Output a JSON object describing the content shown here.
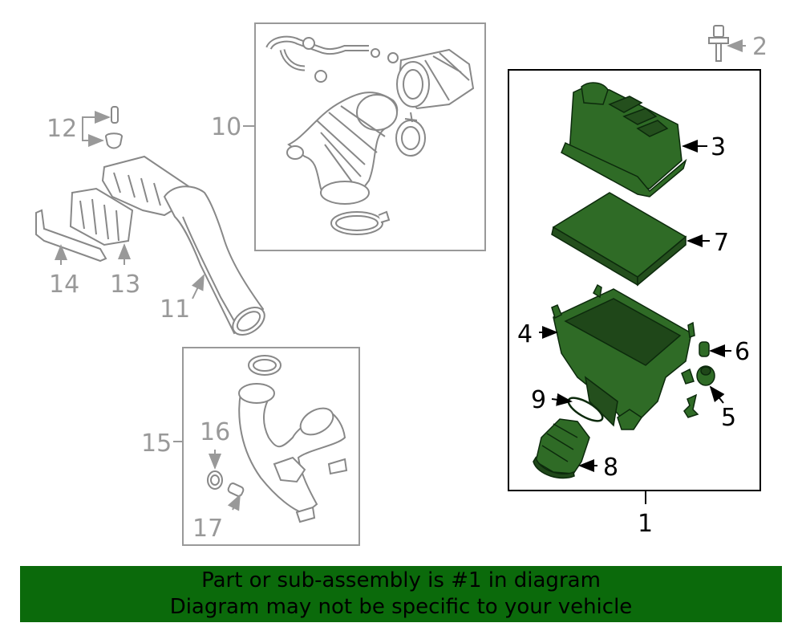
{
  "callouts": {
    "n1": "1",
    "n2": "2",
    "n3": "3",
    "n4": "4",
    "n5": "5",
    "n6": "6",
    "n7": "7",
    "n8": "8",
    "n9": "9",
    "n10": "10",
    "n11": "11",
    "n12": "12",
    "n13": "13",
    "n14": "14",
    "n15": "15",
    "n16": "16",
    "n17": "17"
  },
  "banner": {
    "line1": "Part or sub-assembly is #1 in diagram",
    "line2": "Diagram may not be specific to your vehicle"
  },
  "colors": {
    "highlight": "#2f6b26",
    "banner": "#0b6a0b",
    "grey_line": "#999999"
  }
}
